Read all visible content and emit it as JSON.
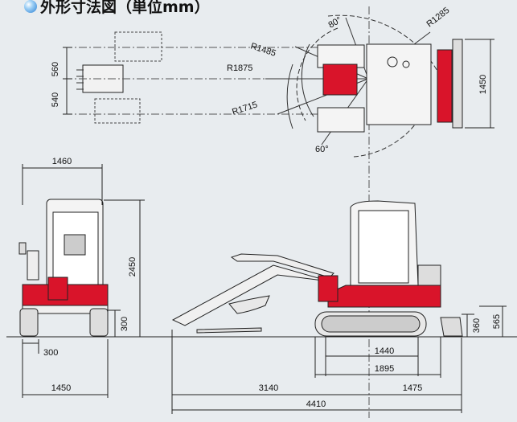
{
  "title": "外形寸法図（単位mm）",
  "accent_color": "#d9142a",
  "dims": {
    "top_560": "560",
    "top_540": "540",
    "top_1450": "1450",
    "r1485": "R1485",
    "r1875": "R1875",
    "r1715": "R1715",
    "r1285": "R1285",
    "ang80": "80°",
    "ang60": "60°",
    "front_1460": "1460",
    "front_2450": "2450",
    "front_300h": "300",
    "front_300w": "300",
    "front_1450": "1450",
    "side_1440": "1440",
    "side_1895": "1895",
    "side_3140": "3140",
    "side_1475": "1475",
    "side_4410": "4410",
    "side_360": "360",
    "side_565": "565"
  }
}
